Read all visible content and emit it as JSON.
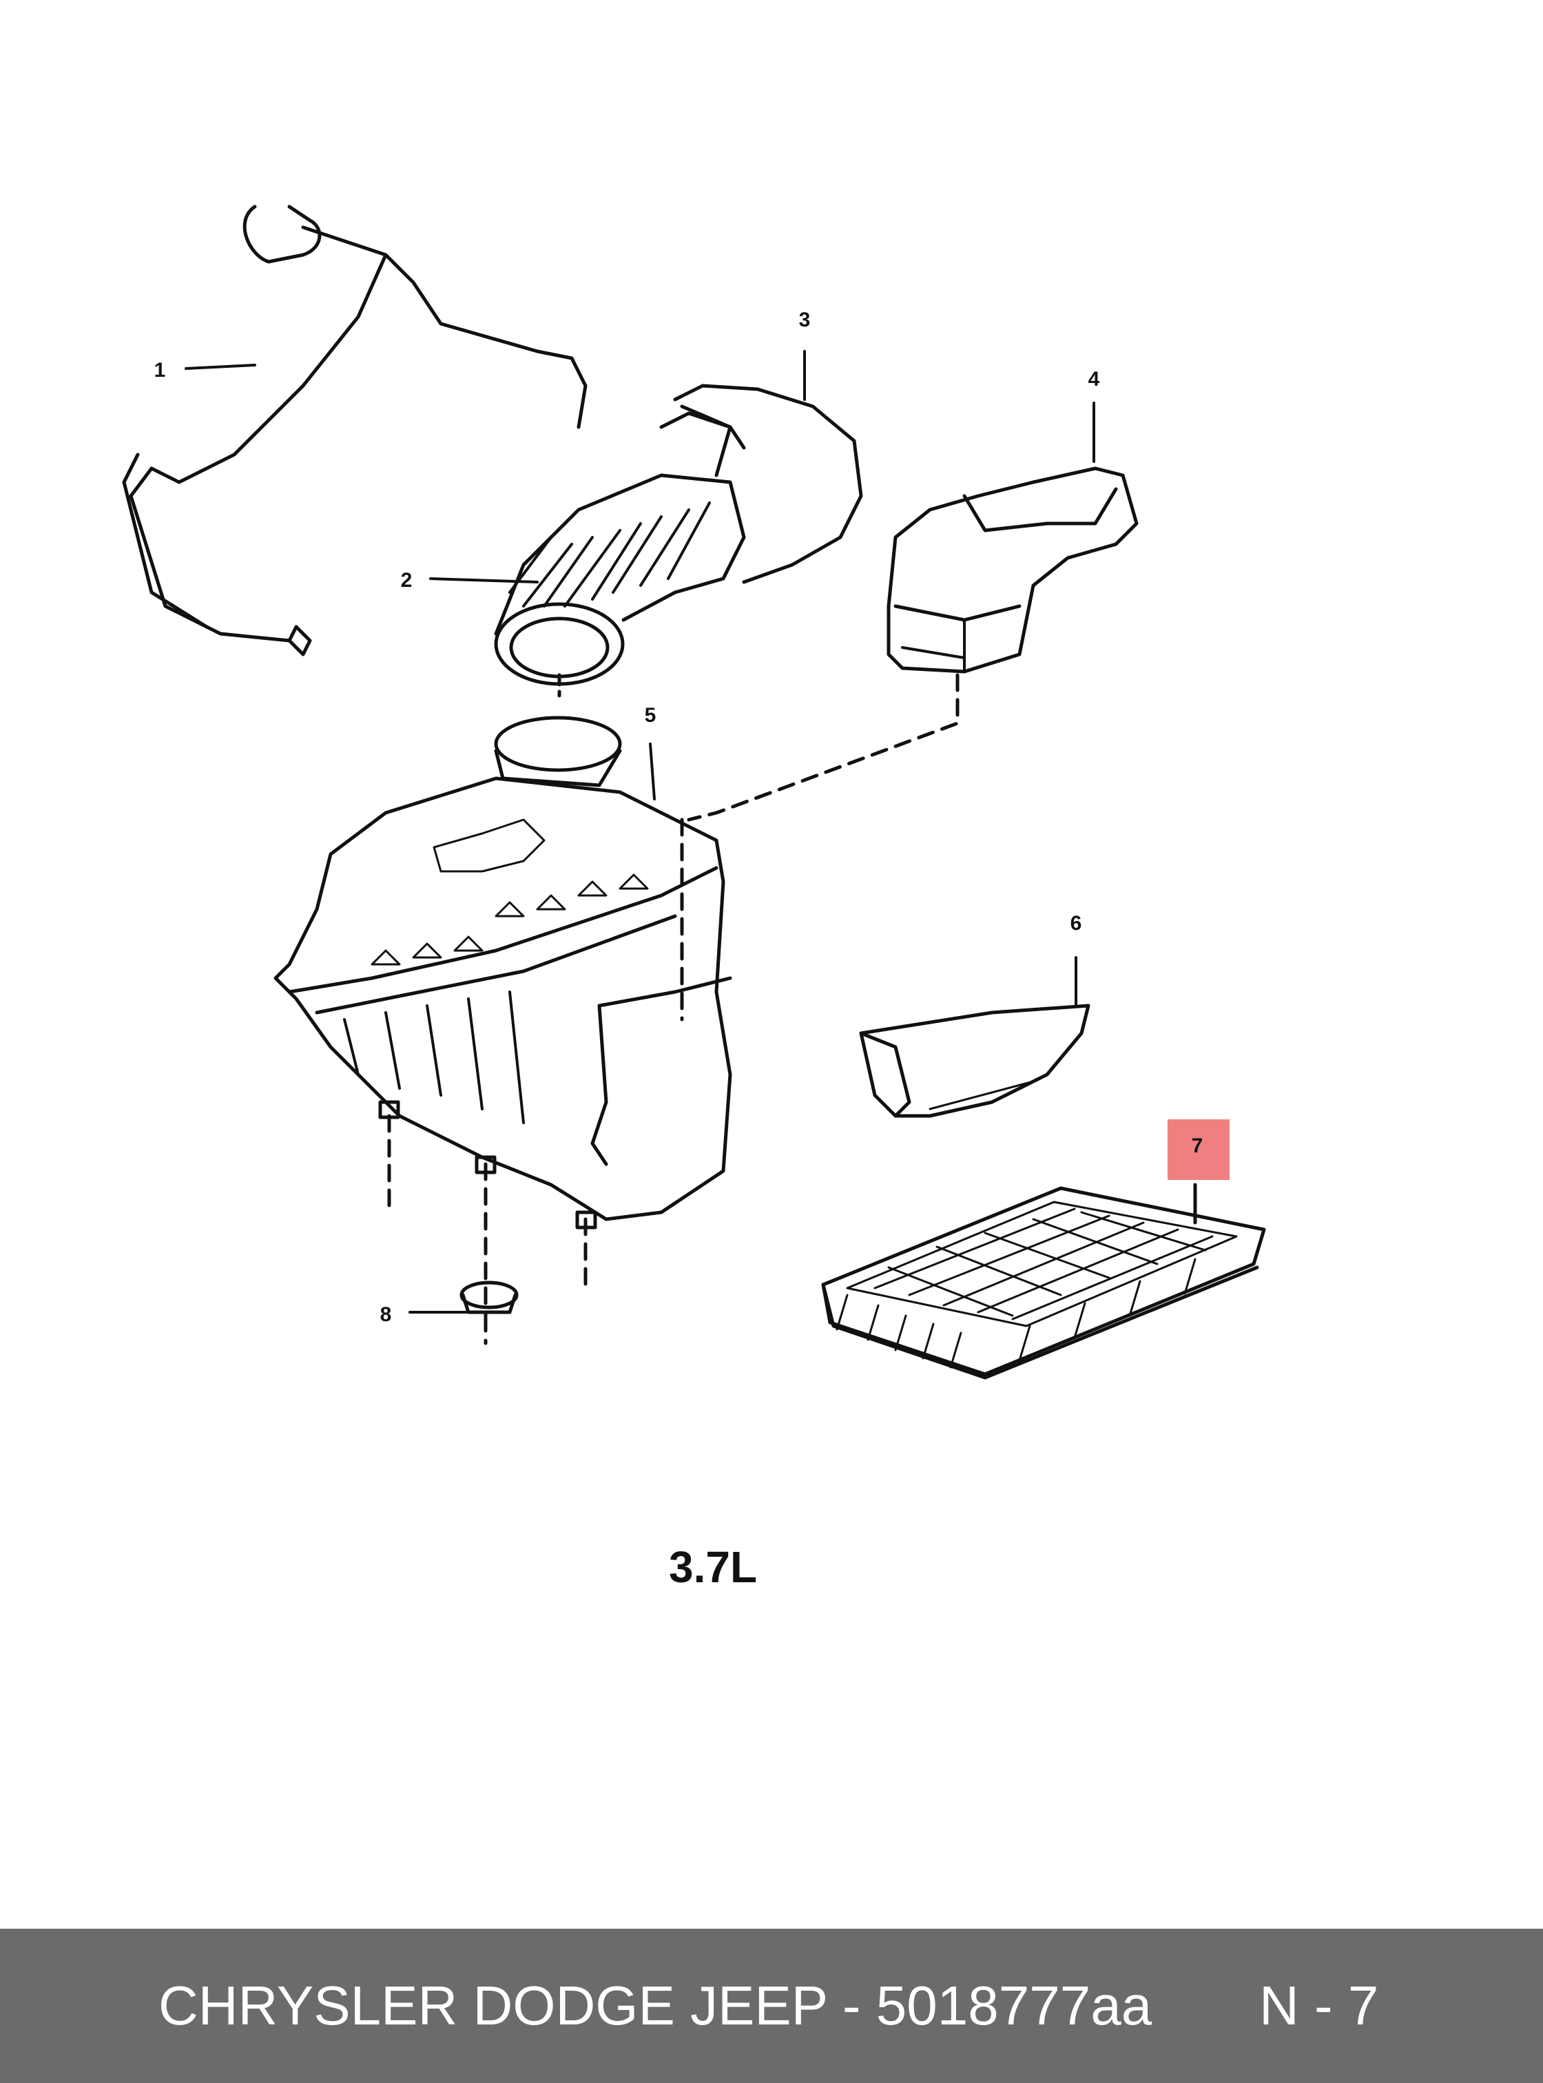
{
  "callouts": {
    "c1": "1",
    "c2": "2",
    "c3": "3",
    "c4": "4",
    "c5": "5",
    "c6": "6",
    "c7": "7",
    "c8": "8"
  },
  "engine_label": "3.7L",
  "footer": {
    "part_text": "CHRYSLER DODGE JEEP - 5018777aa",
    "ref_text": "N - 7"
  },
  "colors": {
    "highlight": "#f08080",
    "footer_bg": "#6b6b6b",
    "line": "#111111"
  }
}
